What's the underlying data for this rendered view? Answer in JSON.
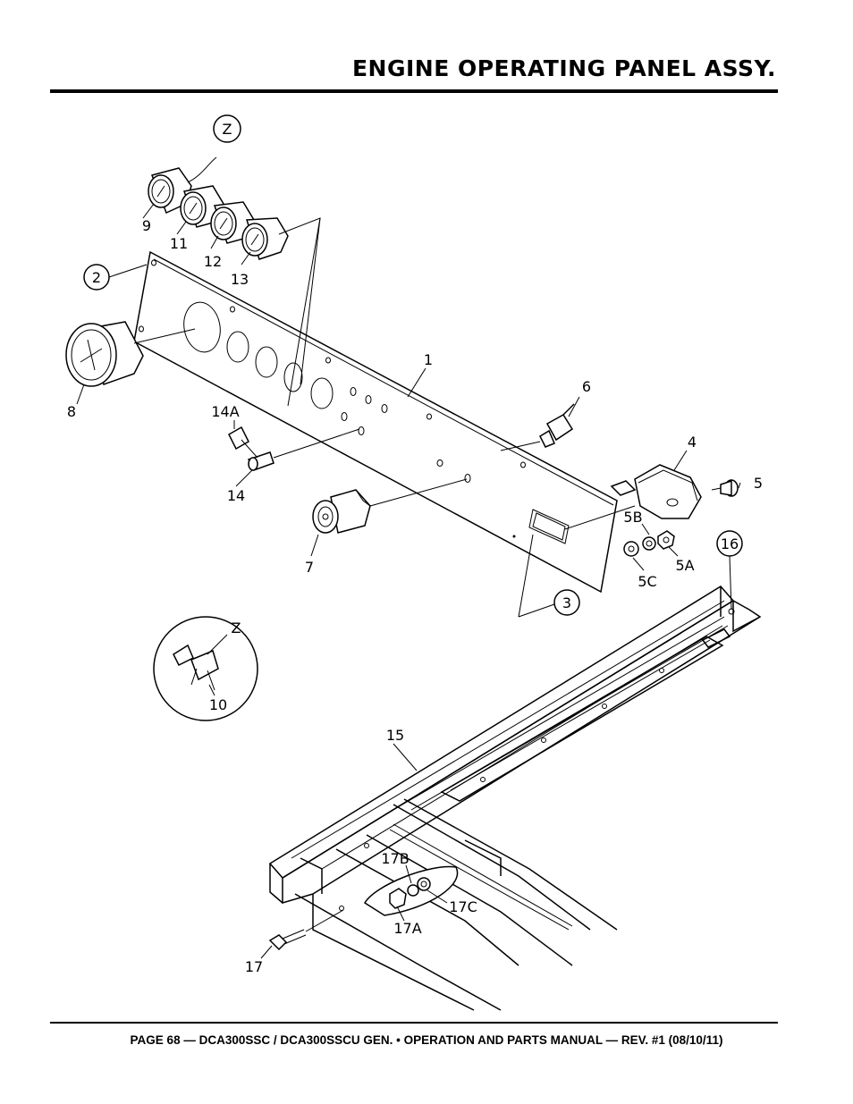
{
  "header": {
    "title": "ENGINE OPERATING PANEL ASSY."
  },
  "footer": {
    "text": "PAGE 68 — DCA300SSC / DCA300SSCU GEN. • OPERATION AND PARTS MANUAL — REV. #1 (08/10/11)"
  },
  "callouts": {
    "z_top": "Z",
    "p2": "2",
    "p3": "3",
    "p16": "16",
    "z_detail": "Z"
  },
  "labels": {
    "p1": "1",
    "p4": "4",
    "p5": "5",
    "p5a": "5A",
    "p5b": "5B",
    "p5c": "5C",
    "p6": "6",
    "p7": "7",
    "p8": "8",
    "p9": "9",
    "p10": "10",
    "p11": "11",
    "p12": "12",
    "p13": "13",
    "p14": "14",
    "p14a": "14A",
    "p15": "15",
    "p17": "17",
    "p17a": "17A",
    "p17b": "17B",
    "p17c": "17C"
  }
}
